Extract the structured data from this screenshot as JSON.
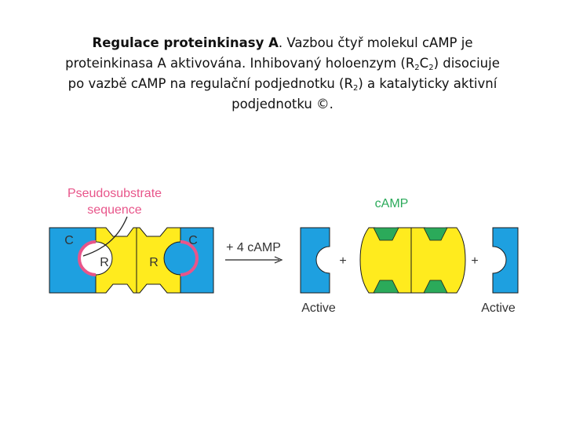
{
  "caption": {
    "title": "Regulace proteinkinasy A",
    "text_1": ". Vazbou čtyř molekul cAMP je proteinkinasa A aktivována. Inhibovaný holoenzym (R",
    "sub_1": "2",
    "text_2": "C",
    "sub_2": "2",
    "text_3": ") disociuje po vazbě cAMP na regulační podjednotku (R",
    "sub_3": "2",
    "text_4": ") a katalyticky aktivní podjednotku ©."
  },
  "diagram": {
    "pseudosubstrate_label_line1": "Pseudosubstrate",
    "pseudosubstrate_label_line2": "sequence",
    "camp_label": "cAMP",
    "arrow_label": "+ 4 cAMP",
    "catalytic_left_letter": "C",
    "catalytic_right_letter": "C",
    "regulatory_left_letter": "R",
    "regulatory_right_letter": "R",
    "plus_left": "+",
    "plus_right": "+",
    "active_left": "Active",
    "active_right": "Active",
    "colors": {
      "catalytic_blue": "#1EA0E0",
      "regulatory_yellow": "#FFEB1E",
      "pseudosubstrate_pink": "#E8558A",
      "camp_green": "#2BAA5A",
      "label_pink": "#E8558A",
      "label_green": "#2BAA5A",
      "text_dark": "#333333"
    }
  }
}
